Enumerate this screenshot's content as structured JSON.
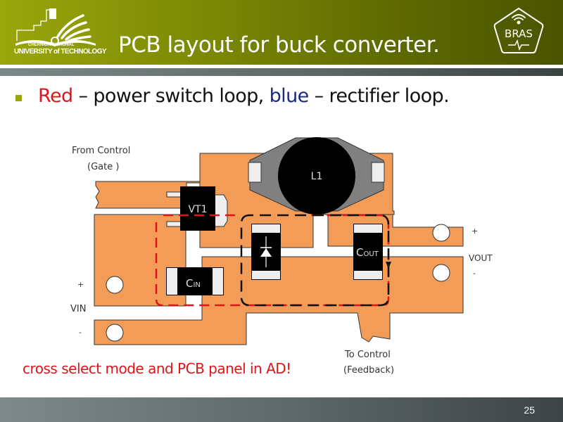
{
  "header": {
    "title": "PCB layout for buck converter.",
    "university_line1": "CHERNIGIV NATIONAL",
    "university_line2": "UNIVERSITY of TECHNOLOGY",
    "bras_logo_text": "BRAS"
  },
  "bullet": {
    "red_word": "Red",
    "middle_text": " – power switch loop, ",
    "blue_word": "blue",
    "end_text": " – rectifier loop."
  },
  "diagram": {
    "from_control_line1": "From Control",
    "from_control_line2": "(Gate )",
    "to_control_line1": "To Control",
    "to_control_line2": "(Feedback)",
    "vin_plus": "+",
    "vin_label": "VIN",
    "vin_minus": "-",
    "vout_plus": "+",
    "vout_label": "VOUT",
    "vout_minus": "-",
    "components": {
      "transistor": "VT1",
      "inductor": "L1",
      "input_cap": "C",
      "input_cap_sub": "IN",
      "output_cap": "C",
      "output_cap_sub": "OUT"
    },
    "colors": {
      "copper": "#f29c57",
      "red_loop": "#e0141a",
      "blue_loop": "#111111"
    }
  },
  "note": "cross select mode and PCB panel in AD!",
  "footer": {
    "page_number": "25"
  }
}
